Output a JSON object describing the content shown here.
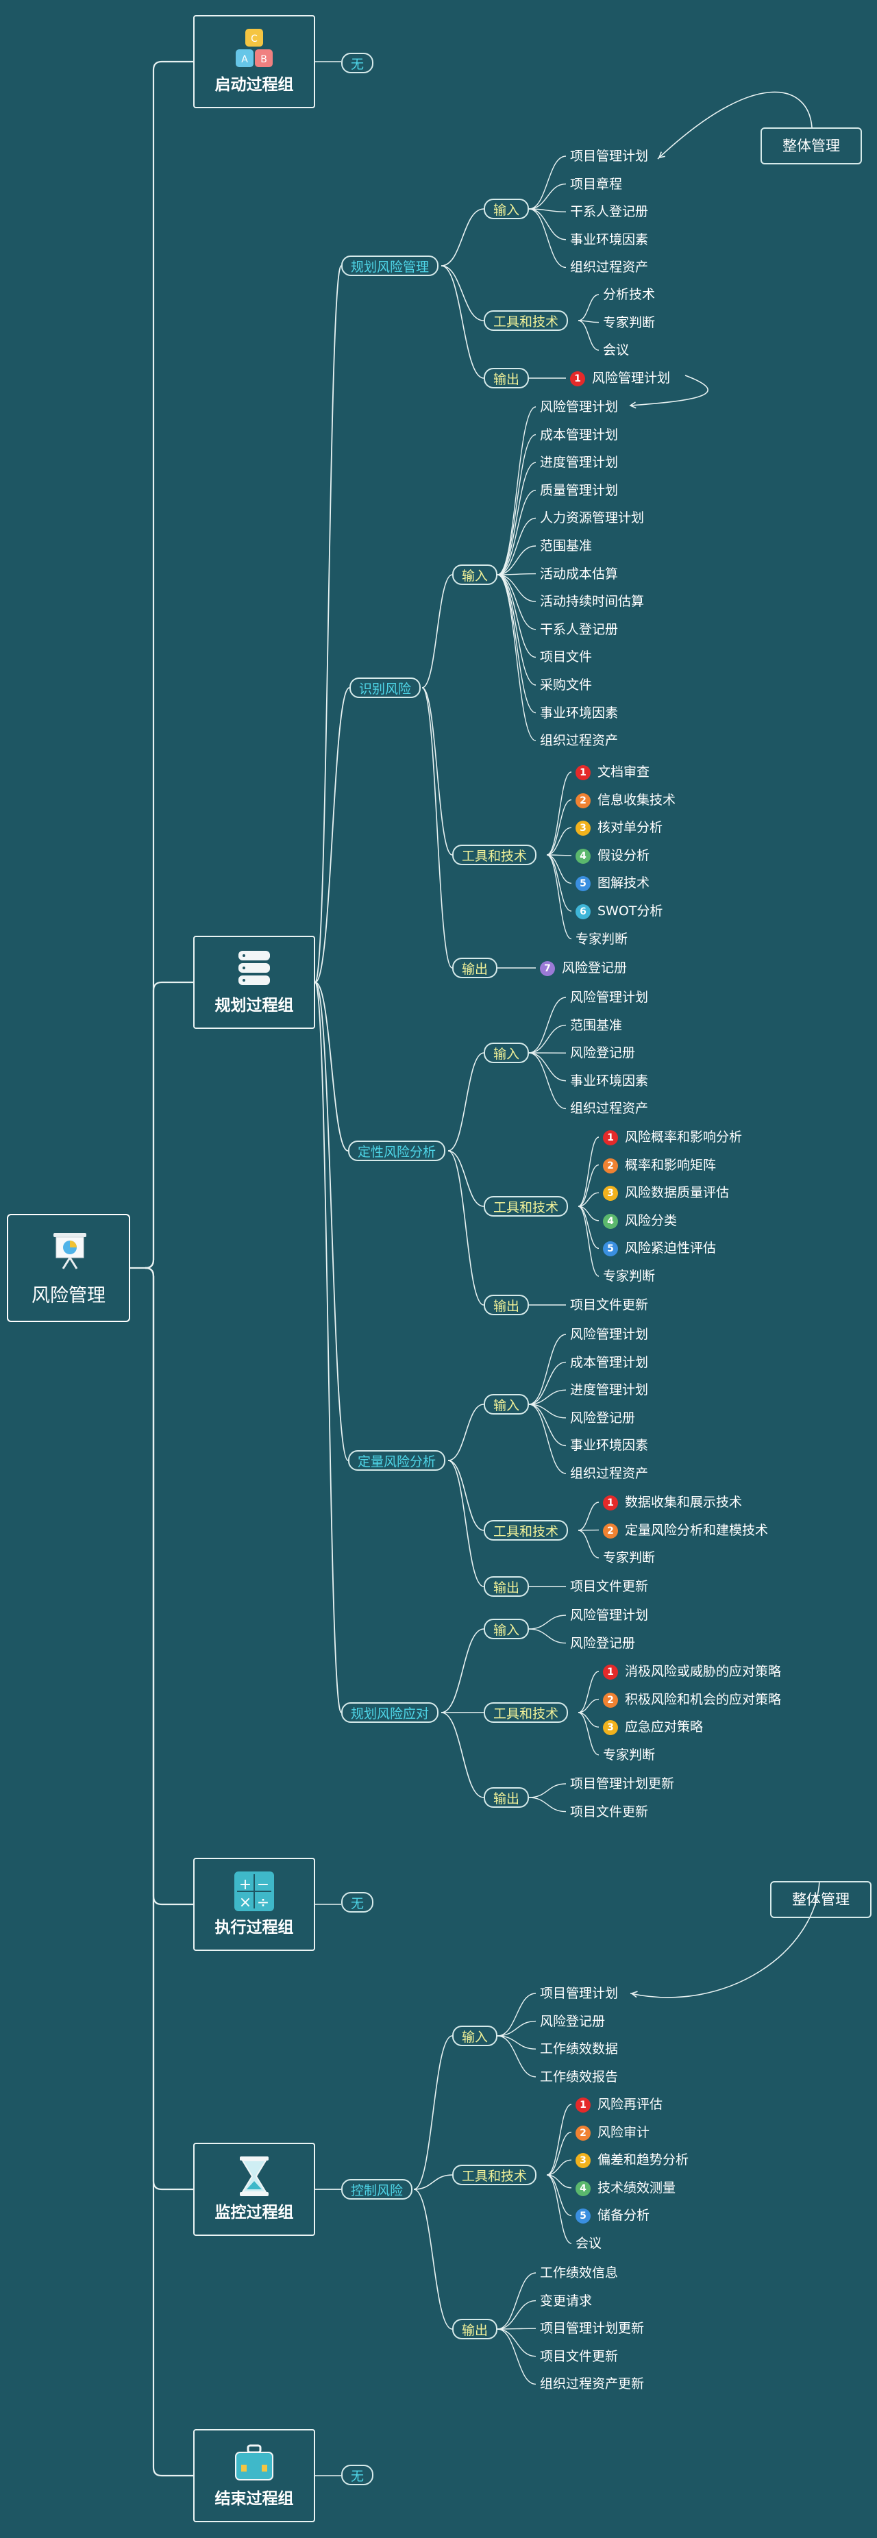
{
  "root": {
    "label": "风险管理",
    "icon": "presentation-chart-icon"
  },
  "groups": {
    "start": {
      "label": "启动过程组",
      "icon": "abc-blocks-icon",
      "leaf": "无"
    },
    "plan": {
      "label": "规划过程组",
      "icon": "server-stack-icon"
    },
    "exec": {
      "label": "执行过程组",
      "icon": "calculator-icon",
      "leaf": "无"
    },
    "monitor": {
      "label": "监控过程组",
      "icon": "hourglass-icon"
    },
    "close": {
      "label": "结束过程组",
      "icon": "briefcase-icon",
      "leaf": "无"
    }
  },
  "notes": {
    "n1": "整体管理",
    "n2": "整体管理"
  },
  "colors": {
    "background": "#1e5663",
    "process": "#4fd6e8",
    "category": "#f2f299",
    "line": "#e8f2f2"
  },
  "processes": [
    {
      "name": "规划风险管理",
      "input": [
        "项目管理计划",
        "项目章程",
        "干系人登记册",
        "事业环境因素",
        "组织过程资产"
      ],
      "tools": [
        "分析技术",
        "专家判断",
        "会议"
      ],
      "output": [
        "1|风险管理计划"
      ]
    },
    {
      "name": "识别风险",
      "input": [
        "风险管理计划",
        "成本管理计划",
        "进度管理计划",
        "质量管理计划",
        "人力资源管理计划",
        "范围基准",
        "活动成本估算",
        "活动持续时间估算",
        "干系人登记册",
        "项目文件",
        "采购文件",
        "事业环境因素",
        "组织过程资产"
      ],
      "tools": [
        "1|文档审查",
        "2|信息收集技术",
        "3|核对单分析",
        "4|假设分析",
        "5|图解技术",
        "6|SWOT分析",
        "专家判断"
      ],
      "output": [
        "7|风险登记册"
      ]
    },
    {
      "name": "定性风险分析",
      "input": [
        "风险管理计划",
        "范围基准",
        "风险登记册",
        "事业环境因素",
        "组织过程资产"
      ],
      "tools": [
        "1|风险概率和影响分析",
        "2|概率和影响矩阵",
        "3|风险数据质量评估",
        "4|风险分类",
        "5|风险紧迫性评估",
        "专家判断"
      ],
      "output": [
        "项目文件更新"
      ]
    },
    {
      "name": "定量风险分析",
      "input": [
        "风险管理计划",
        "成本管理计划",
        "进度管理计划",
        "风险登记册",
        "事业环境因素",
        "组织过程资产"
      ],
      "tools": [
        "1|数据收集和展示技术",
        "2|定量风险分析和建模技术",
        "专家判断"
      ],
      "output": [
        "项目文件更新"
      ]
    },
    {
      "name": "规划风险应对",
      "input": [
        "风险管理计划",
        "风险登记册"
      ],
      "tools": [
        "1|消极风险或威胁的应对策略",
        "2|积极风险和机会的应对策略",
        "3|应急应对策略",
        "专家判断"
      ],
      "output": [
        "项目管理计划更新",
        "项目文件更新"
      ]
    },
    {
      "name": "控制风险",
      "input": [
        "项目管理计划",
        "风险登记册",
        "工作绩效数据",
        "工作绩效报告"
      ],
      "tools": [
        "1|风险再评估",
        "2|风险审计",
        "3|偏差和趋势分析",
        "4|技术绩效测量",
        "5|储备分析",
        "会议"
      ],
      "output": [
        "工作绩效信息",
        "变更请求",
        "项目管理计划更新",
        "项目文件更新",
        "组织过程资产更新"
      ]
    }
  ],
  "category_labels": {
    "input": "输入",
    "tools": "工具和技术",
    "output": "输出"
  }
}
